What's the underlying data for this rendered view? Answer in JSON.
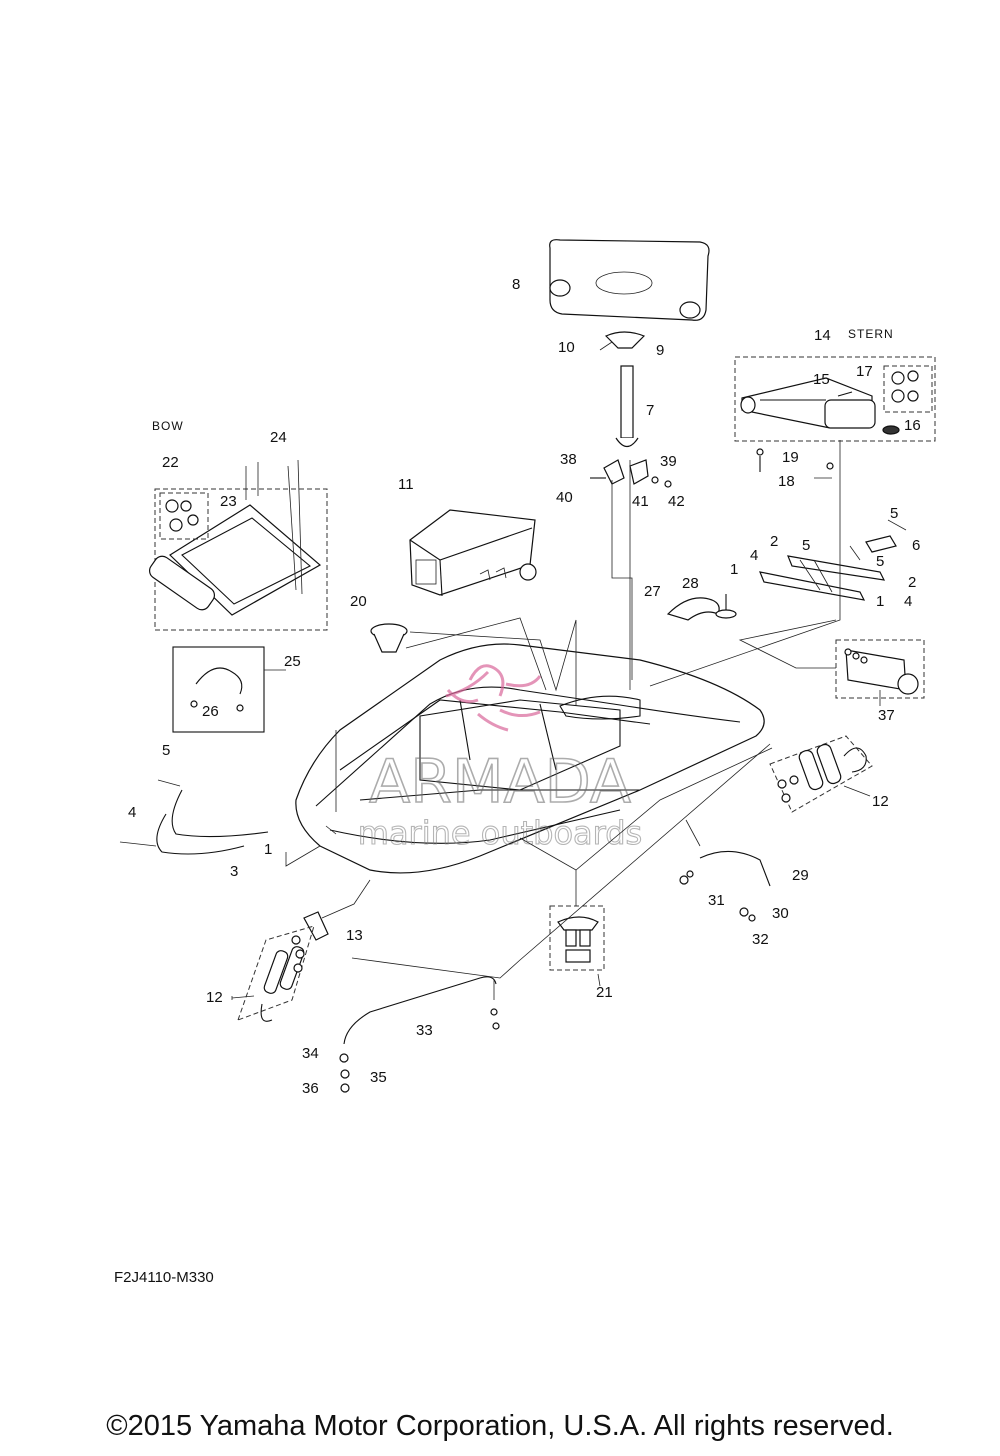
{
  "section_labels": {
    "bow": "BOW",
    "stern": "STERN"
  },
  "parts": [
    "1",
    "2",
    "3",
    "4",
    "5",
    "6",
    "7",
    "8",
    "9",
    "10",
    "11",
    "12",
    "13",
    "14",
    "15",
    "16",
    "17",
    "18",
    "19",
    "20",
    "21",
    "22",
    "23",
    "24",
    "25",
    "26",
    "27",
    "28",
    "29",
    "30",
    "31",
    "32",
    "33",
    "34",
    "35",
    "36",
    "37",
    "38",
    "39",
    "40",
    "41",
    "42"
  ],
  "drawing_code": "F2J4110-M330",
  "watermark": {
    "name": "ARMADA",
    "tagline": "marine outboards",
    "accent": "#d9679a"
  },
  "copyright": "©2015 Yamaha Motor Corporation, U.S.A. All rights reserved."
}
